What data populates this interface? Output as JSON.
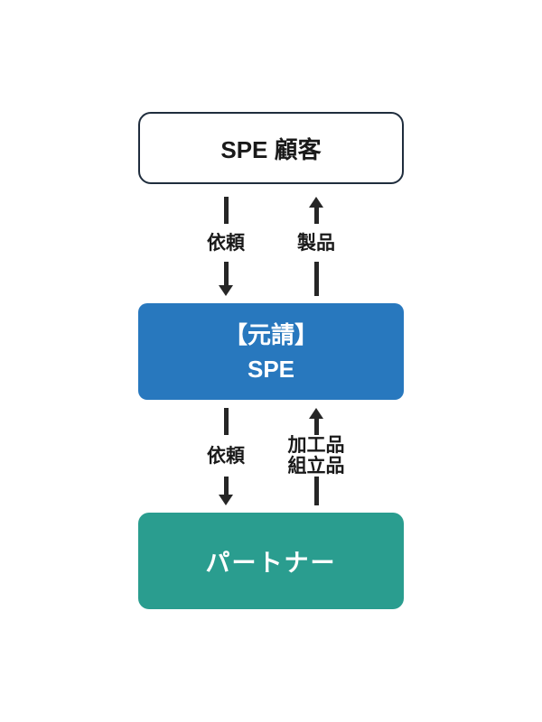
{
  "diagram": {
    "nodes": {
      "customer": {
        "label": "SPE 顧客"
      },
      "prime": {
        "line1": "【元請】",
        "line2": "SPE"
      },
      "partner": {
        "label": "パートナー"
      }
    },
    "flows": {
      "customer_to_prime": {
        "down_label": "依頼",
        "up_label": "製品"
      },
      "prime_to_partner": {
        "down_label": "依頼",
        "up_label_line1": "加工品",
        "up_label_line2": "組立品"
      }
    },
    "colors": {
      "background": "#FFFFFF",
      "customer_border": "#1F2D3D",
      "prime_bg": "#2878BE",
      "partner_bg": "#2A9D8F",
      "arrow": "#262626",
      "node_text_light": "#FFFFFF",
      "node_text_dark": "#1A1A1A"
    }
  }
}
